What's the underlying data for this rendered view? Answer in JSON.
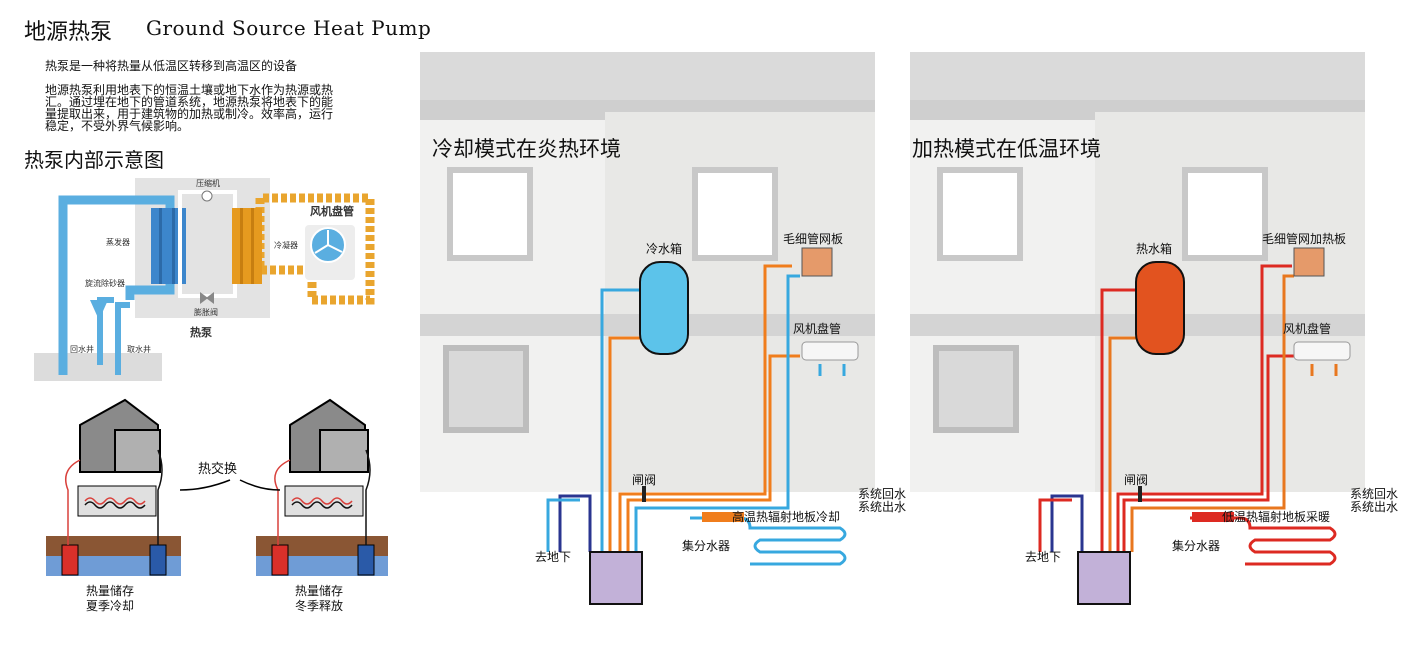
{
  "header": {
    "title_cn": "地源热泵",
    "title_en": "Ground Source Heat Pump"
  },
  "intro": {
    "line1": "热泵是一种将热量从低温区转移到高温区的设备",
    "para": [
      "地源热泵利用地表下的恒温土壤或地下水作为热源或热",
      "汇。通过埋在地下的管道系统，地源热泵将地表下的能",
      "量提取出来，用于建筑物的加热或制冷。效率高，运行",
      "稳定，不受外界气候影响。"
    ]
  },
  "schematic": {
    "heading": "热泵内部示意图",
    "compressor": "压缩机",
    "evaporator": "蒸发器",
    "condenser": "冷凝器",
    "fan_coil": "风机盘管",
    "expansion_valve": "膨胀阀",
    "heat_pump": "热泵",
    "sand_remover": "旋流除砂器",
    "return_well": "回水井",
    "intake_well": "取水井",
    "colors": {
      "cold": "#5aaee0",
      "hot": "#e9a52e",
      "panel": "#e6e6e6"
    }
  },
  "exchange": {
    "label": "热交换",
    "left_caption": [
      "热量储存",
      "夏季冷却"
    ],
    "right_caption": [
      "热量储存",
      "冬季释放"
    ]
  },
  "cooling": {
    "mode_title": "冷却模式在炎热环境",
    "tank_label": "冷水箱",
    "capillary_label": "毛细管网板",
    "fancoil_label": "风机盘管",
    "valve_label": "闸阀",
    "return_label": "系统回水",
    "supply_label": "系统出水",
    "floor_label": "高温热辐射地板冷却",
    "manifold_label": "集分水器",
    "ground_label": "去地下",
    "colors": {
      "tank": "#5cc3ea",
      "supply": "#f07d1c",
      "return": "#37a8df"
    }
  },
  "heating": {
    "mode_title": "加热模式在低温环境",
    "tank_label": "热水箱",
    "capillary_label": "毛细管网加热板",
    "fancoil_label": "风机盘管",
    "valve_label": "闸阀",
    "return_label": "系统回水",
    "supply_label": "系统出水",
    "floor_label": "低温热辐射地板采暖",
    "manifold_label": "集分水器",
    "ground_label": "去地下",
    "colors": {
      "tank": "#e2531f",
      "supply": "#dd2a22",
      "return": "#e8771f"
    }
  }
}
